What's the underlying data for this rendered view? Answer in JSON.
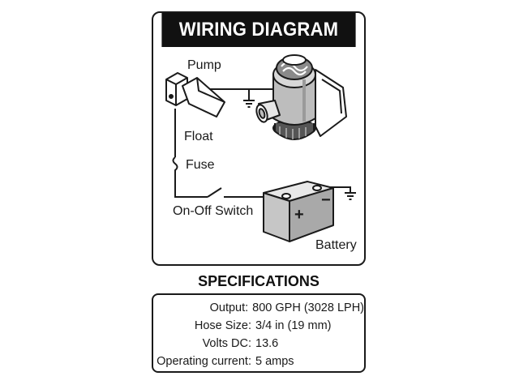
{
  "diagram": {
    "title": "WIRING DIAGRAM",
    "labels": {
      "pump": "Pump",
      "float": "Float",
      "fuse": "Fuse",
      "switch": "On-Off Switch",
      "battery": "Battery",
      "positive": "+",
      "negative": "−"
    },
    "icons": [
      "float-switch-icon",
      "bilge-pump-icon",
      "fuse-icon",
      "switch-icon",
      "battery-icon",
      "ground-icon"
    ]
  },
  "specifications": {
    "title": "SPECIFICATIONS",
    "rows": [
      {
        "label": "Output:",
        "value": "800 GPH (3028 LPH)"
      },
      {
        "label": "Hose Size:",
        "value": "3/4 in (19 mm)"
      },
      {
        "label": "Volts DC:",
        "value": "13.6"
      },
      {
        "label": "Operating current:",
        "value": "5 amps"
      }
    ]
  }
}
